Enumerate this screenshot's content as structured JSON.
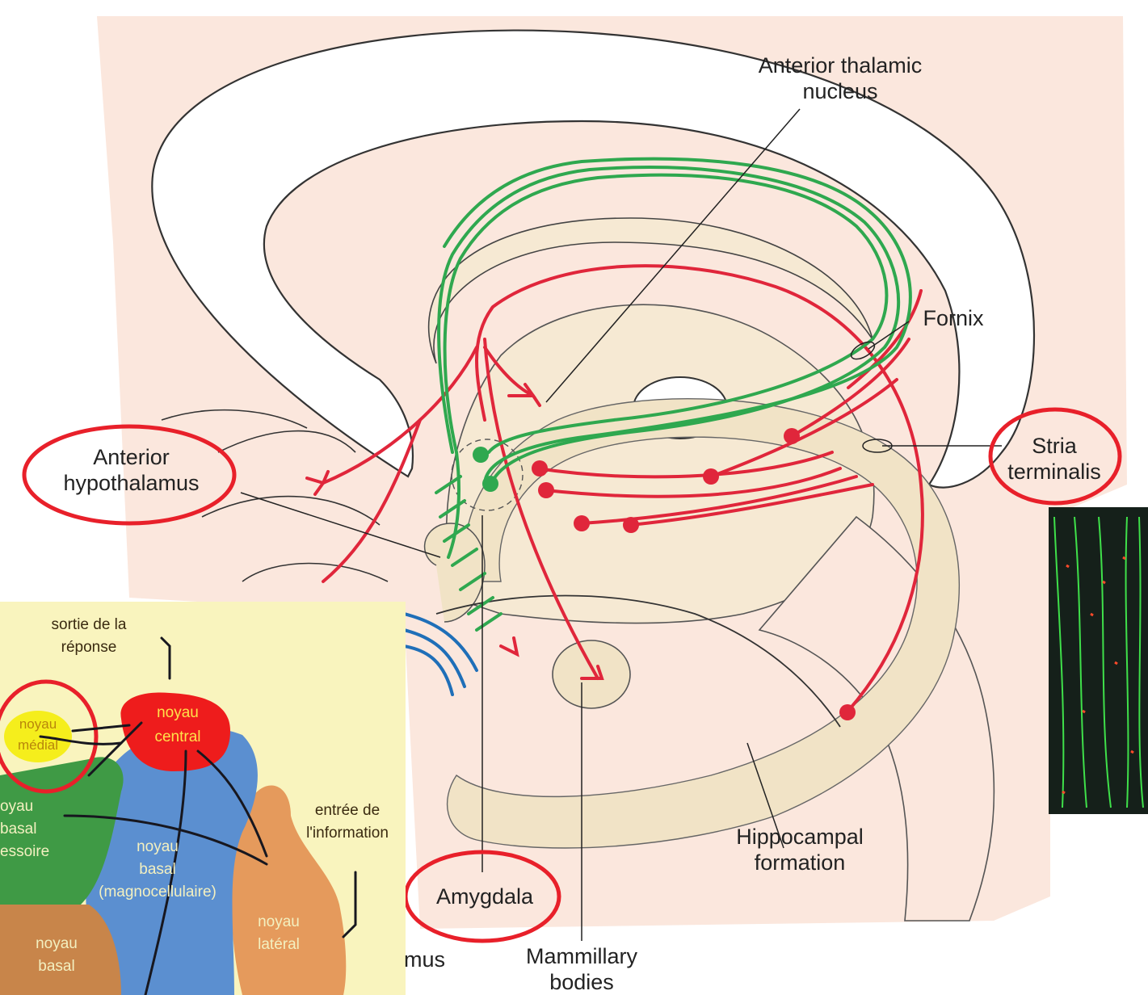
{
  "labels": {
    "anterior_thalamic_nucleus": [
      "Anterior thalamic",
      "nucleus"
    ],
    "fornix": "Fornix",
    "stria_terminalis": [
      "Stria",
      "terminalis"
    ],
    "anterior_hypothalamus": [
      "Anterior",
      "hypothalamus"
    ],
    "hippocampal_formation": [
      "Hippocampal",
      "formation"
    ],
    "amygdala": "Amygdala",
    "mammillary_bodies": [
      "Mammillary",
      "bodies"
    ],
    "thalamus_fragment": "mus"
  },
  "inset": {
    "output": [
      "sortie de la",
      "réponse"
    ],
    "input": [
      "entrée de",
      "l'information"
    ],
    "nuclei": {
      "medial": [
        "noyau",
        "médial"
      ],
      "central": [
        "noyau",
        "central"
      ],
      "accessory_basal": [
        "oyau",
        "basal",
        "essoire"
      ],
      "basal_magnocellular": [
        "noyau",
        "basal",
        "(magnocellulaire)"
      ],
      "lateral": [
        "noyau",
        "latéral"
      ],
      "basal_parvocellular": [
        "noyau",
        "basal"
      ]
    }
  },
  "colors": {
    "background": "#fbe7dd",
    "tissue": "#f6e9d3",
    "pathway_red": "#e0263b",
    "pathway_green": "#2fa84f",
    "pathway_blue": "#1f6fb8",
    "highlight_circle": "#e8202a",
    "inset_bg": "#f9f4be",
    "medial_nucleus": "#f5ee1c",
    "central_nucleus": "#ee1c1c",
    "accessory_nucleus": "#3f9a45",
    "magnocellular_nucleus": "#5b8fd0",
    "lateral_nucleus": "#e59a5c",
    "parvocellular_nucleus": "#c8854a"
  }
}
